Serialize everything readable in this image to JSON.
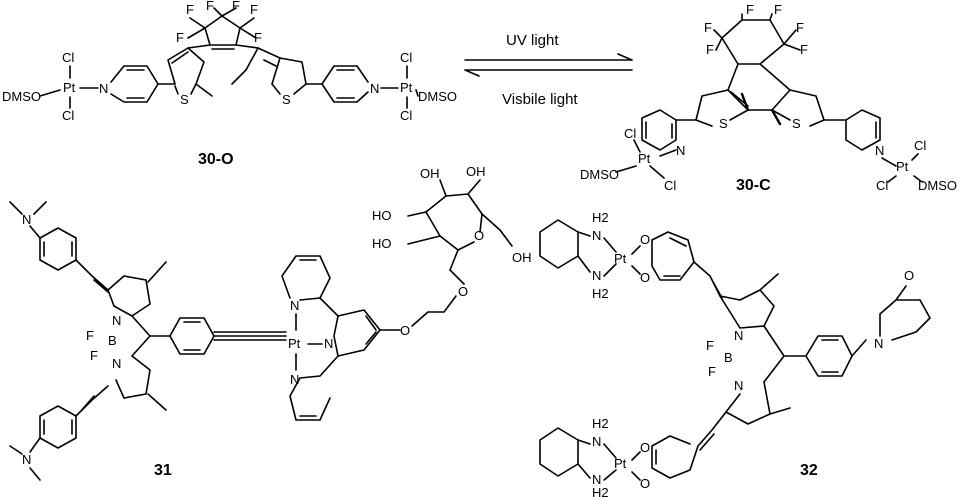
{
  "compounds": {
    "c30o": {
      "label": "30-O"
    },
    "c30c": {
      "label": "30-C"
    },
    "c31": {
      "label": "31"
    },
    "c32": {
      "label": "32"
    }
  },
  "reaction": {
    "forward": "UV light",
    "reverse": "Visbile light"
  },
  "atoms": {
    "F": "F",
    "Cl": "Cl",
    "Pt": "Pt",
    "DMSO": "DMSO",
    "N": "N",
    "S": "S",
    "B": "B",
    "O": "O",
    "OH": "OH",
    "HO": "HO",
    "H2": "H2"
  }
}
